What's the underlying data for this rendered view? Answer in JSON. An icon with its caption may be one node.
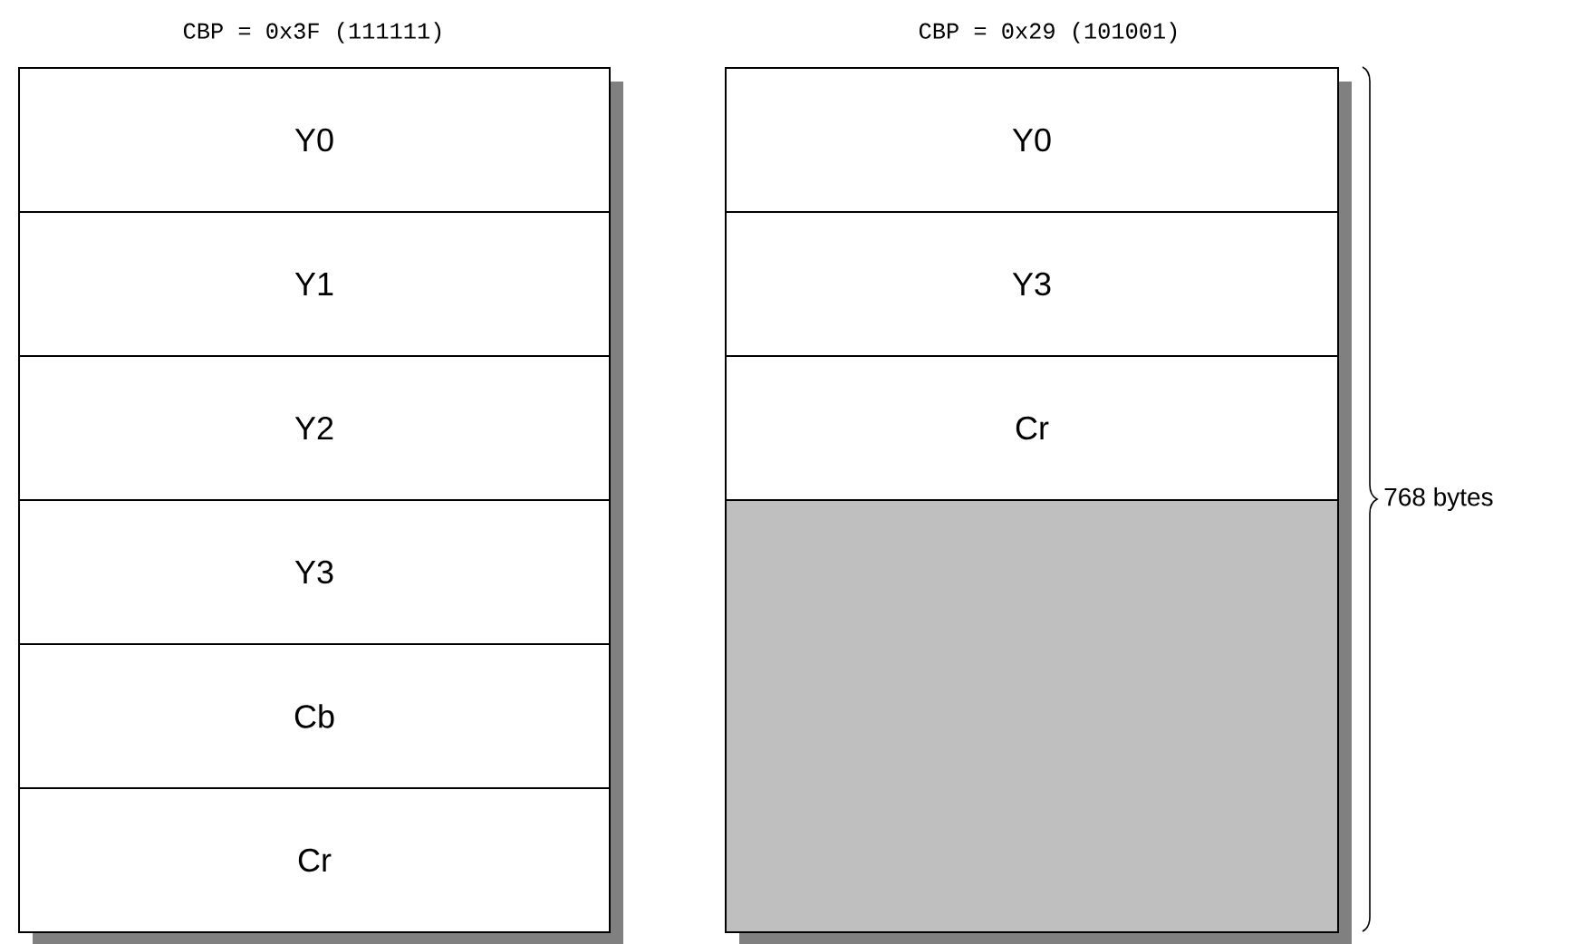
{
  "diagram": {
    "nodes": [
      {
        "text": [
          "Y0"
        ]
      },
      {
        "text": [
          "Y1"
        ]
      },
      {
        "text": [
          "Y2"
        ]
      },
      {
        "text": [
          "Y3"
        ]
      },
      {
        "text": [
          "Cb"
        ]
      },
      {
        "text": [
          "Cr"
        ]
      },
      {
        "text": [
          "Y0"
        ]
      },
      {
        "text": [
          "Y3"
        ]
      },
      {
        "text": [
          "Cr"
        ]
      },
      {
        "text": [],
        "shape": "box"
      }
    ],
    "edges": [],
    "labels": [
      "CBP = 0x3F (111111)",
      "CBP = 0x29 (101001)",
      "768 bytes"
    ]
  }
}
